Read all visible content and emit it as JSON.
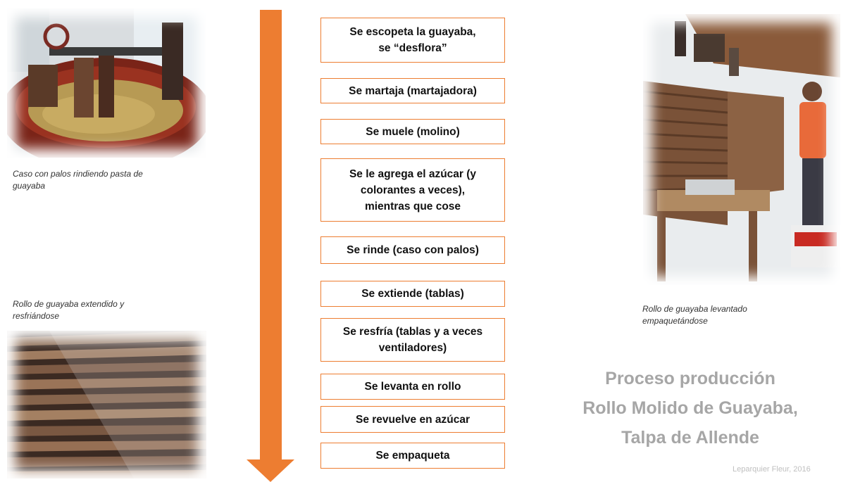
{
  "steps": [
    {
      "line1": "Se escopeta la guayaba,",
      "line2": "se “desflora”",
      "line3": ""
    },
    {
      "line1": "Se martaja (martajadora)",
      "line2": "",
      "line3": ""
    },
    {
      "line1": "Se muele (molino)",
      "line2": "",
      "line3": ""
    },
    {
      "line1": "Se le agrega el azúcar (y",
      "line2": "colorantes a veces),",
      "line3": "mientras que cose"
    },
    {
      "line1": "Se rinde (caso con palos)",
      "line2": "",
      "line3": ""
    },
    {
      "line1": "Se extiende (tablas)",
      "line2": "",
      "line3": ""
    },
    {
      "line1": "Se resfría (tablas y a veces",
      "line2": "ventiladores)",
      "line3": ""
    },
    {
      "line1": "Se levanta en rollo",
      "line2": "",
      "line3": ""
    },
    {
      "line1": "Se revuelve en azúcar",
      "line2": "",
      "line3": ""
    },
    {
      "line1": "Se empaqueta",
      "line2": "",
      "line3": ""
    }
  ],
  "captions": {
    "top_left": {
      "line1": "Caso con palos rindiendo pasta de",
      "line2": "guayaba"
    },
    "bottom_left": {
      "line1": "Rollo de guayaba extendido y",
      "line2": "resfriándose"
    },
    "right": {
      "line1": "Rollo de guayaba levantado",
      "line2": "empaquetándose"
    }
  },
  "title": {
    "line1": "Proceso producción",
    "line2": "Rollo Molido de Guayaba,",
    "line3": "Talpa de Allende"
  },
  "credit": "Leparquier Fleur, 2016",
  "colors": {
    "accent": "#ED7D31",
    "title": "#A6A6A6",
    "credit": "#BFBFBF"
  }
}
